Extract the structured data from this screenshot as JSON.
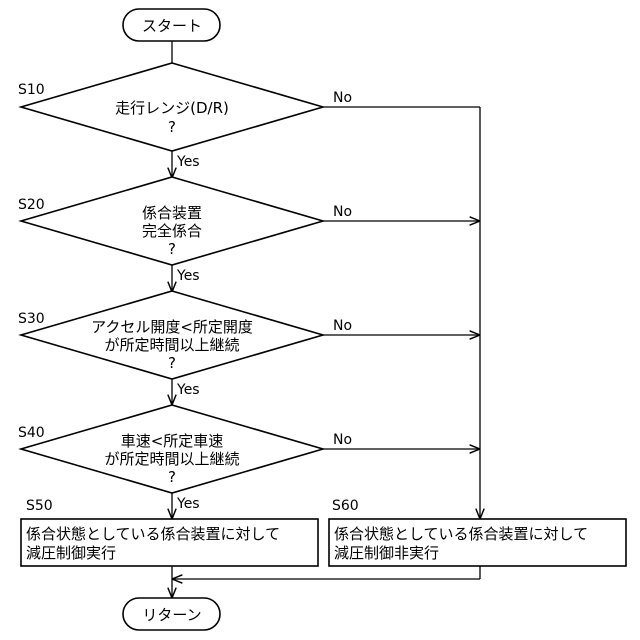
{
  "terminals": {
    "start": "スタート",
    "end": "リターン"
  },
  "decisions": [
    {
      "step": "S10",
      "lines": [
        "走行レンジ(D/R)",
        "?"
      ],
      "yes": "Yes",
      "no": "No"
    },
    {
      "step": "S20",
      "lines": [
        "係合装置",
        "完全係合",
        "?"
      ],
      "yes": "Yes",
      "no": "No"
    },
    {
      "step": "S30",
      "lines": [
        "アクセル開度<所定開度",
        "が所定時間以上継続",
        "?"
      ],
      "yes": "Yes",
      "no": "No"
    },
    {
      "step": "S40",
      "lines": [
        "車速<所定車速",
        "が所定時間以上継続",
        "?"
      ],
      "yes": "Yes",
      "no": "No"
    }
  ],
  "processes": [
    {
      "step": "S50",
      "lines": [
        "係合状態としている係合装置に対して",
        "減圧制御実行"
      ]
    },
    {
      "step": "S60",
      "lines": [
        "係合状態としている係合装置に対して",
        "減圧制御非実行"
      ]
    }
  ]
}
